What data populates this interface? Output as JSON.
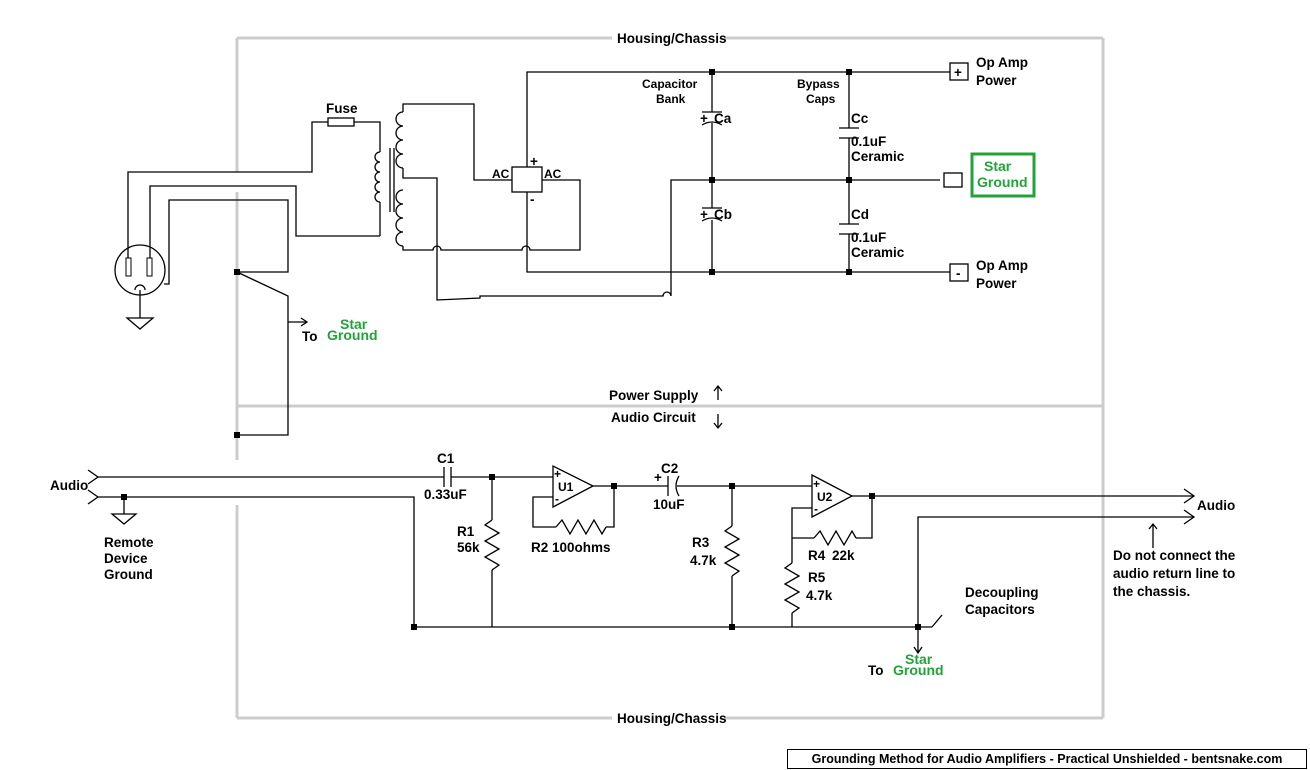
{
  "labels": {
    "housing_top": "Housing/Chassis",
    "housing_bottom": "Housing/Chassis",
    "fuse": "Fuse",
    "ac_left": "AC",
    "ac_right": "AC",
    "plus_sign": "+",
    "minus_sign": "-",
    "cap_bank_1": "Capacitor",
    "cap_bank_2": "Bank",
    "bypass_1": "Bypass",
    "bypass_2": "Caps",
    "ca": "Ca",
    "cb": "Cb",
    "cc": "Cc",
    "cd": "Cd",
    "cc_val_1": "0.1uF",
    "cc_val_2": "Ceramic",
    "cd_val_1": "0.1uF",
    "cd_val_2": "Ceramic",
    "opamp_pos_1": "Op Amp",
    "opamp_pos_2": "Power",
    "opamp_neg_1": "Op Amp",
    "opamp_neg_2": "Power",
    "star_ground_box_1": "Star",
    "star_ground_box_2": "Ground",
    "to_star_left_to": "To",
    "to_star_left_1": "Star",
    "to_star_left_2": "Ground",
    "power_supply": "Power Supply",
    "audio_circuit": "Audio Circuit",
    "audio_in": "Audio",
    "audio_out": "Audio",
    "remote_1": "Remote",
    "remote_2": "Device",
    "remote_3": "Ground",
    "c1": "C1",
    "c1_val": "0.33uF",
    "c2": "C2",
    "c2_val": "10uF",
    "r1": "R1",
    "r1_val": "56k",
    "r2": "R2 100ohms",
    "r3": "R3",
    "r3_val": "4.7k",
    "r4": "R4",
    "r4_val": "22k",
    "r5": "R5",
    "r5_val": "4.7k",
    "u1": "U1",
    "u2": "U2",
    "decoupling_1": "Decoupling",
    "decoupling_2": "Capacitors",
    "to_star_bottom_to": "To",
    "to_star_bottom_1": "Star",
    "to_star_bottom_2": "Ground",
    "note_1": "Do not connect the",
    "note_2": "audio return line to",
    "note_3": "the chassis."
  },
  "caption": "Grounding Method for Audio Amplifiers - Practical Unshielded - bentsnake.com",
  "colors": {
    "star_ground": "#22a33a",
    "housing": "#cccccc",
    "wire": "#000000"
  }
}
